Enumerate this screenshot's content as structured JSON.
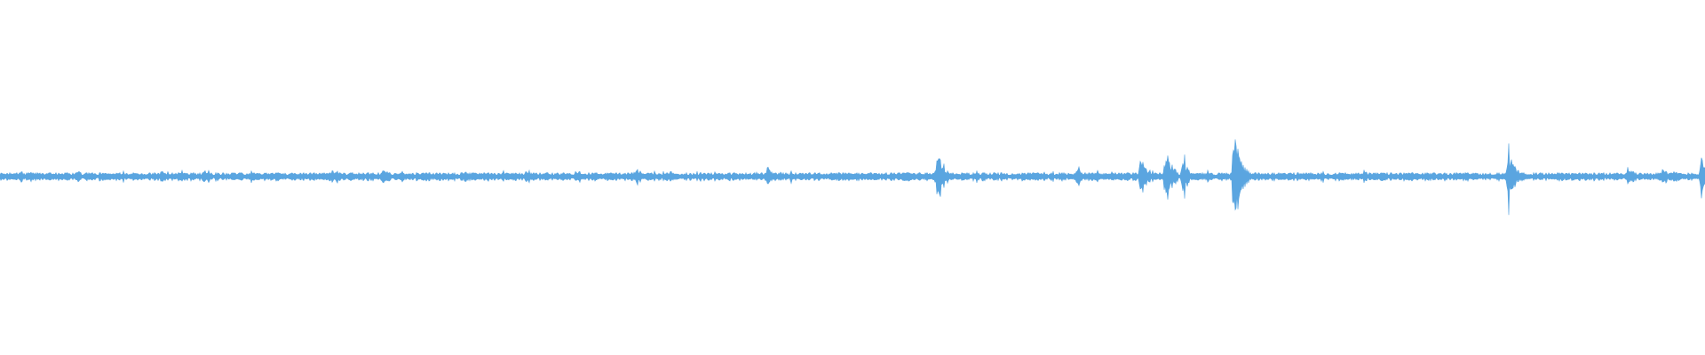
{
  "waveform": {
    "color": "#5aa5e0",
    "background": "#ffffff",
    "baseline_amplitude": 0.05,
    "peaks": [
      {
        "pos": 0.0,
        "amp": 0.05
      },
      {
        "pos": 0.012,
        "amp": 0.08
      },
      {
        "pos": 0.045,
        "amp": 0.1
      },
      {
        "pos": 0.095,
        "amp": 0.09
      },
      {
        "pos": 0.12,
        "amp": 0.12
      },
      {
        "pos": 0.195,
        "amp": 0.1
      },
      {
        "pos": 0.225,
        "amp": 0.11
      },
      {
        "pos": 0.273,
        "amp": 0.09
      },
      {
        "pos": 0.338,
        "amp": 0.11
      },
      {
        "pos": 0.373,
        "amp": 0.14
      },
      {
        "pos": 0.45,
        "amp": 0.14
      },
      {
        "pos": 0.55,
        "amp": 0.32
      },
      {
        "pos": 0.632,
        "amp": 0.11
      },
      {
        "pos": 0.669,
        "amp": 0.26
      },
      {
        "pos": 0.684,
        "amp": 0.36
      },
      {
        "pos": 0.694,
        "amp": 0.22
      },
      {
        "pos": 0.724,
        "amp": 0.62
      },
      {
        "pos": 0.8,
        "amp": 0.09
      },
      {
        "pos": 0.885,
        "amp": 0.32
      },
      {
        "pos": 0.955,
        "amp": 0.14
      },
      {
        "pos": 0.975,
        "amp": 0.12
      },
      {
        "pos": 0.998,
        "amp": 0.28
      }
    ]
  }
}
